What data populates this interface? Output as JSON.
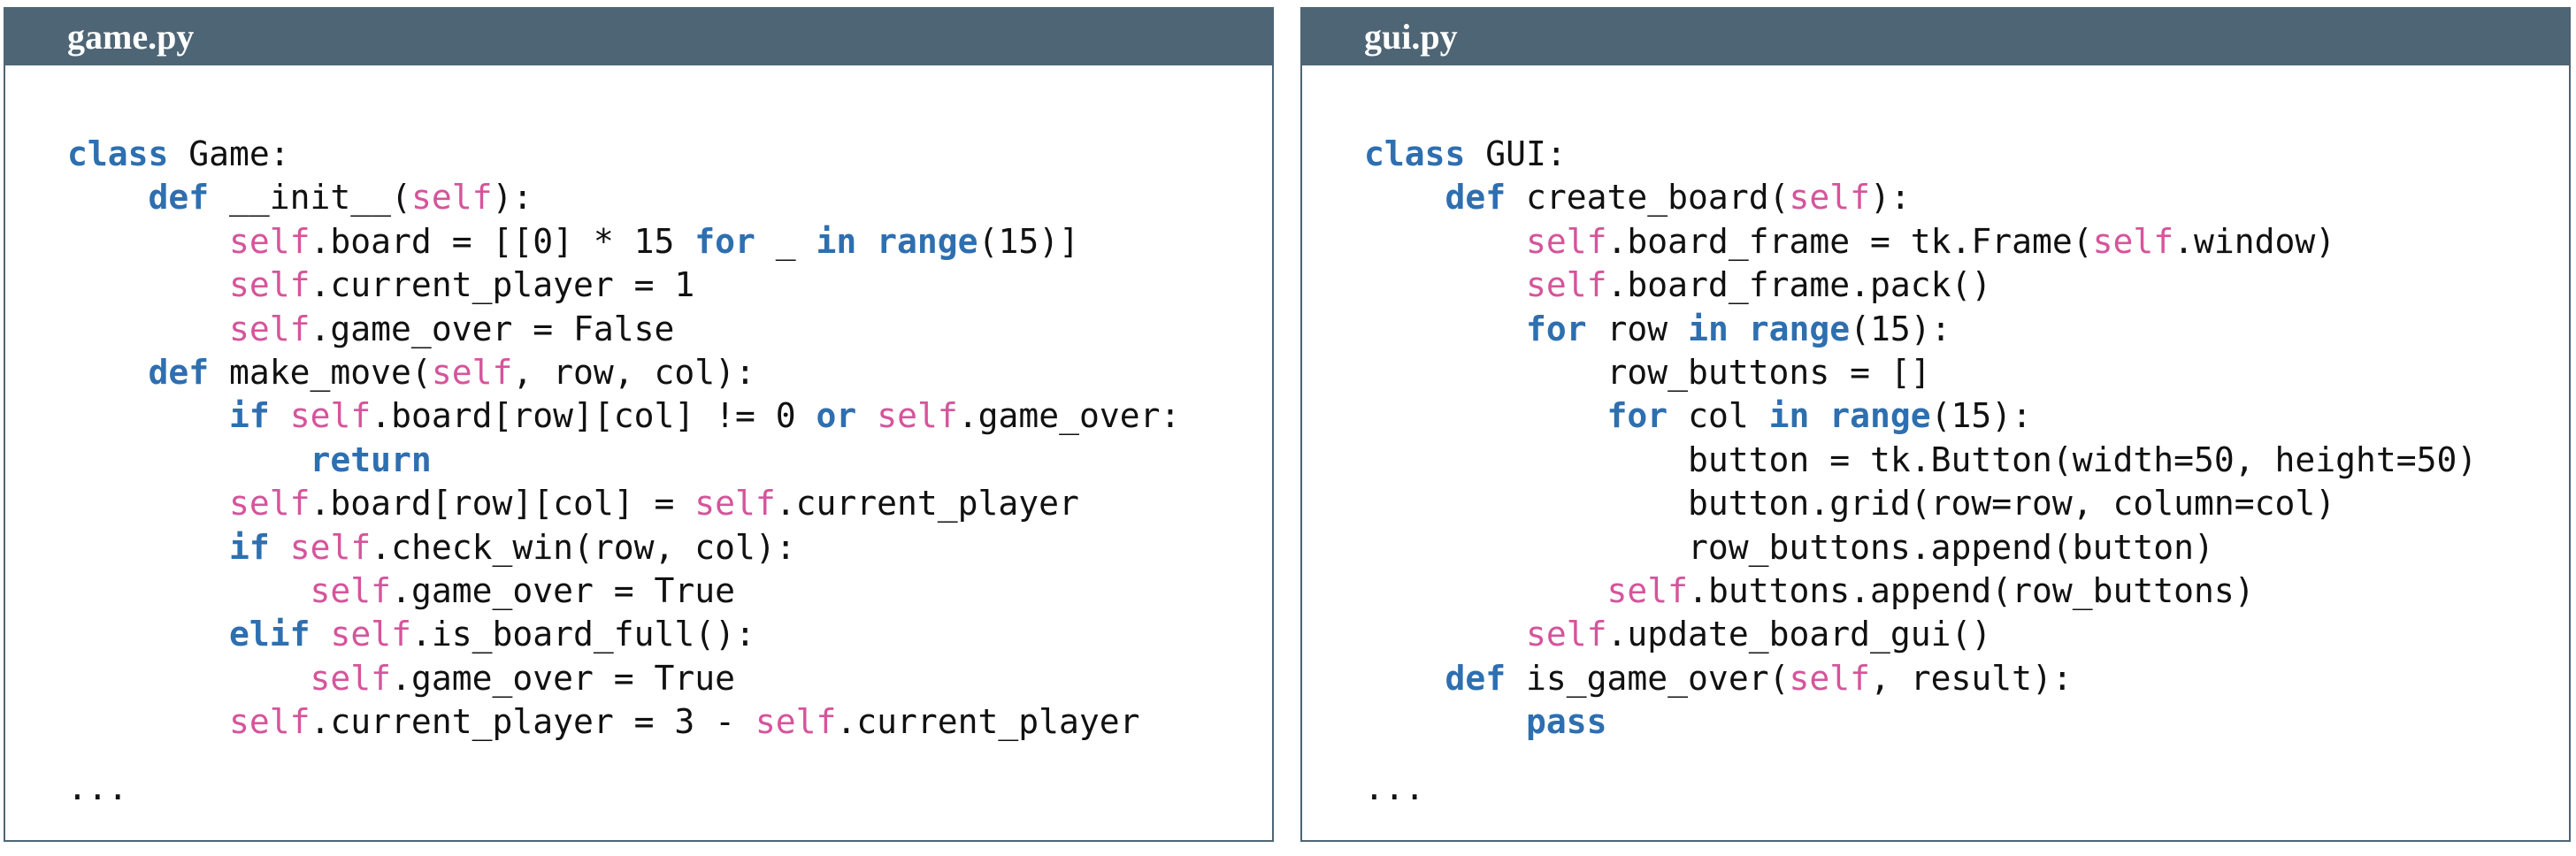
{
  "left_panel": {
    "title": "game.py",
    "lines": [
      [
        [
          "kw",
          "class"
        ],
        [
          "p",
          " Game:"
        ]
      ],
      [
        [
          "p",
          "    "
        ],
        [
          "kw",
          "def"
        ],
        [
          "p",
          " __init__("
        ],
        [
          "self",
          "self"
        ],
        [
          "p",
          "):"
        ]
      ],
      [
        [
          "p",
          "        "
        ],
        [
          "self",
          "self"
        ],
        [
          "p",
          ".board = [[0] * 15 "
        ],
        [
          "kw",
          "for"
        ],
        [
          "p",
          " _ "
        ],
        [
          "kw",
          "in"
        ],
        [
          "p",
          " "
        ],
        [
          "bi",
          "range"
        ],
        [
          "p",
          "(15)]"
        ]
      ],
      [
        [
          "p",
          "        "
        ],
        [
          "self",
          "self"
        ],
        [
          "p",
          ".current_player = 1"
        ]
      ],
      [
        [
          "p",
          "        "
        ],
        [
          "self",
          "self"
        ],
        [
          "p",
          ".game_over = False"
        ]
      ],
      [
        [
          "p",
          "    "
        ],
        [
          "kw",
          "def"
        ],
        [
          "p",
          " make_move("
        ],
        [
          "self",
          "self"
        ],
        [
          "p",
          ", row, col):"
        ]
      ],
      [
        [
          "p",
          "        "
        ],
        [
          "kw",
          "if"
        ],
        [
          "p",
          " "
        ],
        [
          "self",
          "self"
        ],
        [
          "p",
          ".board[row][col] != 0 "
        ],
        [
          "kw",
          "or"
        ],
        [
          "p",
          " "
        ],
        [
          "self",
          "self"
        ],
        [
          "p",
          ".game_over:"
        ]
      ],
      [
        [
          "p",
          "            "
        ],
        [
          "kw",
          "return"
        ]
      ],
      [
        [
          "p",
          "        "
        ],
        [
          "self",
          "self"
        ],
        [
          "p",
          ".board[row][col] = "
        ],
        [
          "self",
          "self"
        ],
        [
          "p",
          ".current_player"
        ]
      ],
      [
        [
          "p",
          "        "
        ],
        [
          "kw",
          "if"
        ],
        [
          "p",
          " "
        ],
        [
          "self",
          "self"
        ],
        [
          "p",
          ".check_win(row, col):"
        ]
      ],
      [
        [
          "p",
          "            "
        ],
        [
          "self",
          "self"
        ],
        [
          "p",
          ".game_over = True"
        ]
      ],
      [
        [
          "p",
          "        "
        ],
        [
          "kw",
          "elif"
        ],
        [
          "p",
          " "
        ],
        [
          "self",
          "self"
        ],
        [
          "p",
          ".is_board_full():"
        ]
      ],
      [
        [
          "p",
          "            "
        ],
        [
          "self",
          "self"
        ],
        [
          "p",
          ".game_over = True"
        ]
      ],
      [
        [
          "p",
          "        "
        ],
        [
          "self",
          "self"
        ],
        [
          "p",
          ".current_player = 3 - "
        ],
        [
          "self",
          "self"
        ],
        [
          "p",
          ".current_player"
        ]
      ]
    ],
    "ellipsis": "..."
  },
  "right_panel": {
    "title": "gui.py",
    "lines": [
      [
        [
          "kw",
          "class"
        ],
        [
          "p",
          " GUI:"
        ]
      ],
      [
        [
          "p",
          "    "
        ],
        [
          "kw",
          "def"
        ],
        [
          "p",
          " create_board("
        ],
        [
          "self",
          "self"
        ],
        [
          "p",
          "):"
        ]
      ],
      [
        [
          "p",
          "        "
        ],
        [
          "self",
          "self"
        ],
        [
          "p",
          ".board_frame = tk.Frame("
        ],
        [
          "self",
          "self"
        ],
        [
          "p",
          ".window)"
        ]
      ],
      [
        [
          "p",
          "        "
        ],
        [
          "self",
          "self"
        ],
        [
          "p",
          ".board_frame.pack()"
        ]
      ],
      [
        [
          "p",
          "        "
        ],
        [
          "kw",
          "for"
        ],
        [
          "p",
          " row "
        ],
        [
          "kw",
          "in"
        ],
        [
          "p",
          " "
        ],
        [
          "bi",
          "range"
        ],
        [
          "p",
          "(15):"
        ]
      ],
      [
        [
          "p",
          "            row_buttons = []"
        ]
      ],
      [
        [
          "p",
          "            "
        ],
        [
          "kw",
          "for"
        ],
        [
          "p",
          " col "
        ],
        [
          "kw",
          "in"
        ],
        [
          "p",
          " "
        ],
        [
          "bi",
          "range"
        ],
        [
          "p",
          "(15):"
        ]
      ],
      [
        [
          "p",
          "                button = tk.Button(width=50, height=50)"
        ]
      ],
      [
        [
          "p",
          "                button.grid(row=row, column=col)"
        ]
      ],
      [
        [
          "p",
          "                row_buttons.append(button)"
        ]
      ],
      [
        [
          "p",
          "            "
        ],
        [
          "self",
          "self"
        ],
        [
          "p",
          ".buttons.append(row_buttons)"
        ]
      ],
      [
        [
          "p",
          "        "
        ],
        [
          "self",
          "self"
        ],
        [
          "p",
          ".update_board_gui()"
        ]
      ],
      [
        [
          "p",
          "    "
        ],
        [
          "kw",
          "def"
        ],
        [
          "p",
          " is_game_over("
        ],
        [
          "self",
          "self"
        ],
        [
          "p",
          ", result):"
        ]
      ],
      [
        [
          "p",
          "        "
        ],
        [
          "kw",
          "pass"
        ]
      ]
    ],
    "ellipsis": "..."
  },
  "colors": {
    "header_bg": "#4e6575",
    "keyword": "#2e6fb0",
    "self": "#d6549b",
    "text": "#111111"
  }
}
